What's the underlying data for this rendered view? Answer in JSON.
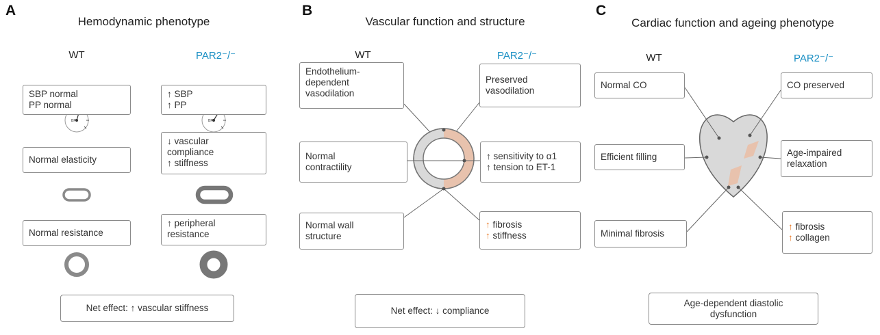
{
  "panelA": {
    "letter": "A",
    "title": "Hemodynamic phenotype",
    "col_wt": "WT",
    "col_ko": "PAR2⁻/⁻",
    "wt_pressure": [
      "SBP normal",
      "PP normal"
    ],
    "ko_pressure": [
      "↑ SBP",
      "↑ PP"
    ],
    "gauge_label": "BP",
    "wt_elasticity": "Normal elasticity",
    "ko_elasticity": [
      "↓ vascular",
      "compliance",
      "↑ stiffness"
    ],
    "wt_resistance": "Normal resistance",
    "ko_resistance": [
      "↑ peripheral",
      "resistance"
    ],
    "net": "Net effect: ↑ vascular stiffness"
  },
  "panelB": {
    "letter": "B",
    "title": "Vascular function and structure",
    "col_wt": "WT",
    "col_ko": "PAR2⁻/⁻",
    "wt_endo": [
      "Endothelium-",
      "dependent",
      "vasodilation"
    ],
    "ko_endo": [
      "Preserved",
      "vasodilation"
    ],
    "wt_contract": [
      "Normal",
      "contractility"
    ],
    "ko_contract": [
      "↑ sensitivity to α1",
      "↑ tension to ET-1"
    ],
    "wt_wall": [
      "Normal wall",
      "structure"
    ],
    "ko_wall_arrow": "↑",
    "ko_wall": [
      "fibrosis",
      "stiffness"
    ],
    "net": "Net effect: ↓ compliance"
  },
  "panelC": {
    "letter": "C",
    "title": "Cardiac function and ageing phenotype",
    "col_wt": "WT",
    "col_ko": "PAR2⁻/⁻",
    "wt_co": "Normal CO",
    "ko_co": "CO preserved",
    "wt_fill": "Efficient filling",
    "ko_relax": [
      "Age-impaired",
      "relaxation"
    ],
    "wt_fibrosis": "Minimal fibrosis",
    "ko_fibrosis_arrow": "↑",
    "ko_fibrosis": [
      "fibrosis",
      "collagen"
    ],
    "net": [
      "Age-dependent diastolic",
      "dysfunction"
    ]
  },
  "colors": {
    "ko_label": "#1a8fc4",
    "up_arrow": "#e87722",
    "vessel_wall": "#8a8a8a",
    "tissue_fill": "#d9d9d9",
    "fibrosis_patch": "#e8c2ad"
  }
}
